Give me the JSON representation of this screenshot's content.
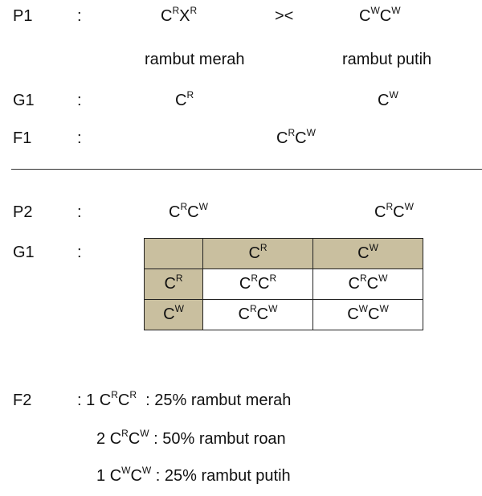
{
  "p1": {
    "label": "P1",
    "colon": ":",
    "left": {
      "base1": "C",
      "sup1": "R",
      "base2": "X",
      "sup2": "R"
    },
    "cross": "><",
    "right": {
      "base1": "C",
      "sup1": "W",
      "base2": "C",
      "sup2": "W"
    },
    "left_pheno": "rambut merah",
    "right_pheno": "rambut putih"
  },
  "g1a": {
    "label": "G1",
    "colon": ":",
    "left": {
      "base": "C",
      "sup": "R"
    },
    "right": {
      "base": "C",
      "sup": "W"
    }
  },
  "f1": {
    "label": "F1",
    "colon": ":",
    "geno": {
      "base1": "C",
      "sup1": "R",
      "base2": "C",
      "sup2": "W"
    }
  },
  "p2": {
    "label": "P2",
    "colon": ":",
    "left": {
      "base1": "C",
      "sup1": "R",
      "base2": "C",
      "sup2": "W"
    },
    "right": {
      "base1": "C",
      "sup1": "R",
      "base2": "C",
      "sup2": "W"
    }
  },
  "g1b": {
    "label": "G1",
    "colon": ":"
  },
  "punnett": {
    "header": [
      {
        "base": "C",
        "sup": "R"
      },
      {
        "base": "C",
        "sup": "W"
      }
    ],
    "rows": [
      {
        "gamete": {
          "base": "C",
          "sup": "R"
        },
        "cells": [
          {
            "base1": "C",
            "sup1": "R",
            "base2": "C",
            "sup2": "R"
          },
          {
            "base1": "C",
            "sup1": "R",
            "base2": "C",
            "sup2": "W"
          }
        ]
      },
      {
        "gamete": {
          "base": "C",
          "sup": "W"
        },
        "cells": [
          {
            "base1": "C",
            "sup1": "R",
            "base2": "C",
            "sup2": "W"
          },
          {
            "base1": "C",
            "sup1": "W",
            "base2": "C",
            "sup2": "W"
          }
        ]
      }
    ]
  },
  "f2": {
    "label": "F2",
    "lines": [
      {
        "prefix": ": 1 ",
        "base1": "C",
        "sup1": "R",
        "base2": "C",
        "sup2": "R",
        "desc": "  : 25% rambut merah"
      },
      {
        "prefix": "2 ",
        "base1": "C",
        "sup1": "R",
        "base2": "C",
        "sup2": "W",
        "desc": " : 50% rambut roan"
      },
      {
        "prefix": "1 ",
        "base1": "C",
        "sup1": "W",
        "base2": "C",
        "sup2": "W",
        "desc": " : 25% rambut putih"
      }
    ]
  },
  "colors": {
    "table_fill": "#c9bf9f",
    "table_border": "#222222",
    "text": "#111111"
  }
}
